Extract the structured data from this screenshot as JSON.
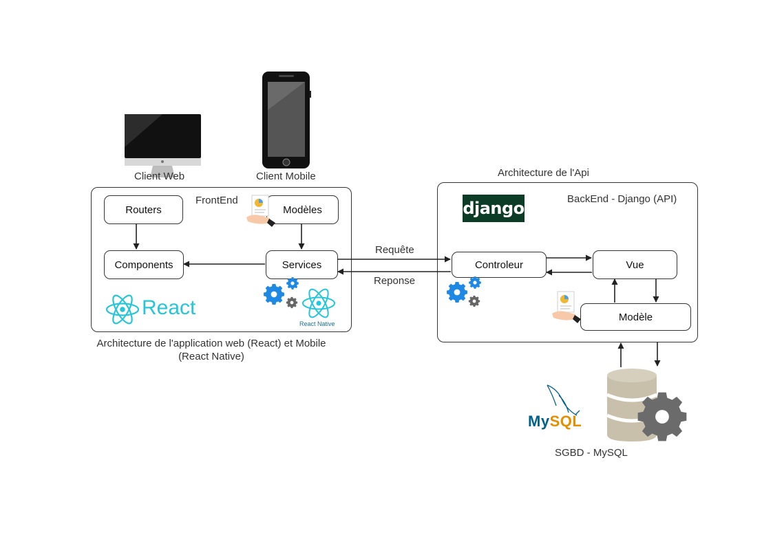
{
  "clients": {
    "web_label": "Client Web",
    "mobile_label": "Client Mobile"
  },
  "frontend": {
    "title": "FrontEnd",
    "boxes": {
      "routers": "Routers",
      "modeles": "Modèles",
      "components": "Components",
      "services": "Services"
    },
    "react_logo_text": "React",
    "react_native_logo_text": "React Native",
    "caption_line1": "Architecture de l'application web (React) et Mobile",
    "caption_line2": "(React Native)"
  },
  "arrows": {
    "request": "Requête",
    "response": "Reponse"
  },
  "backend": {
    "heading": "Architecture de l'Api",
    "title": "BackEnd - Django (API)",
    "django_logo_text": "django",
    "boxes": {
      "controleur": "Controleur",
      "vue": "Vue",
      "modele": "Modèle"
    }
  },
  "database": {
    "mysql_logo_text": "MySQL",
    "label": "SGBD - MySQL"
  },
  "colors": {
    "react": "#26c6da",
    "gear_blue": "#1e88e5",
    "gear_gray": "#666666",
    "django_bg": "#0c3c26",
    "mysql_blue": "#00618a",
    "mysql_orange": "#e48e00",
    "db_body": "#c9c0ac",
    "db_gear": "#6b6b6b"
  }
}
